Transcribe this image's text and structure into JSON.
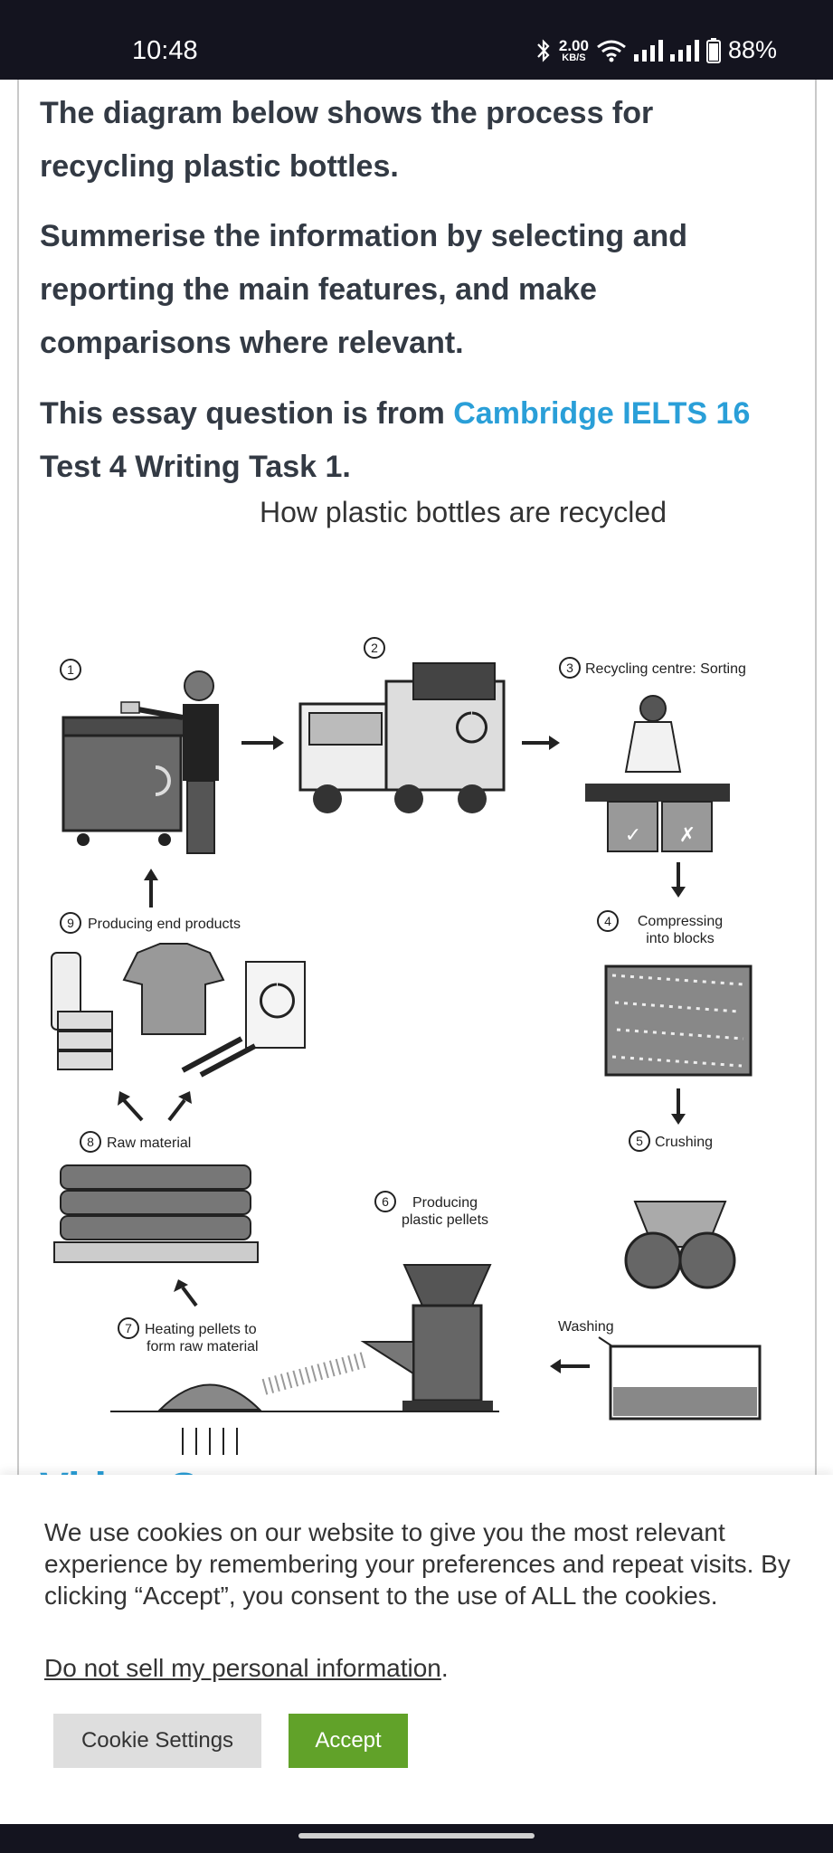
{
  "status_bar": {
    "time": "10:48",
    "bluetooth_icon": "bluetooth-icon",
    "speed_value": "2.00",
    "speed_unit": "KB/S",
    "wifi_icon": "wifi-icon",
    "signal_icon": "signal-icon",
    "battery_percent": "88%"
  },
  "article": {
    "para1": "The diagram below shows the process for recycling plastic bottles.",
    "para2": "Summerise the information by selecting and reporting the main features, and make comparisons where relevant.",
    "para3_prefix": "This essay question is from ",
    "para3_link": "Cambridge IELTS 16",
    "para3_suffix": "Test 4 Writing Task 1.",
    "link_color": "#2a9fd8",
    "next_heading_partial": "Video S"
  },
  "diagram": {
    "title": "How plastic bottles are recycled",
    "steps": [
      {
        "num": "1",
        "label": ""
      },
      {
        "num": "2",
        "label": ""
      },
      {
        "num": "3",
        "label": "Recycling centre: Sorting"
      },
      {
        "num": "4",
        "label_line1": "Compressing",
        "label_line2": "into blocks"
      },
      {
        "num": "5",
        "label": "Crushing"
      },
      {
        "num": "6",
        "label_line1": "Producing",
        "label_line2": "plastic pellets"
      },
      {
        "num": "7",
        "label_line1": "Heating pellets to",
        "label_line2": "form raw material"
      },
      {
        "num": "8",
        "label": "Raw material"
      },
      {
        "num": "9",
        "label": "Producing end products"
      }
    ],
    "washing_label": "Washing"
  },
  "cookie_banner": {
    "text": "We use cookies on our website to give you the most relevant experience by remembering your preferences and repeat visits. By clicking “Accept”, you consent to the use of ALL the cookies.",
    "link": "Do not sell my personal information",
    "link_suffix": ".",
    "settings_button": "Cookie Settings",
    "accept_button": "Accept",
    "accept_color": "#61a229"
  }
}
